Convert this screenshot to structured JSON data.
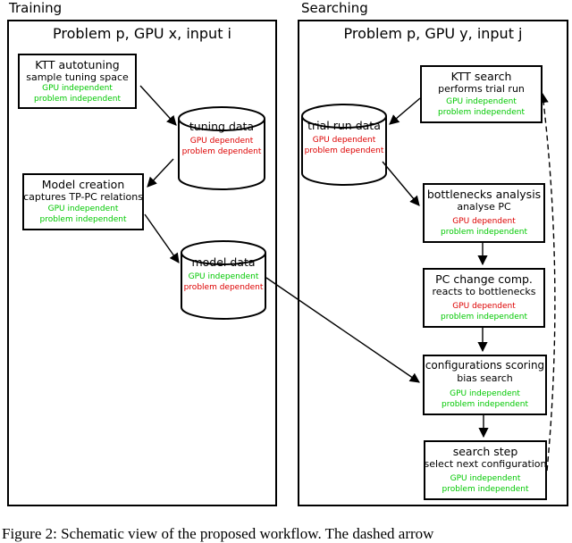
{
  "diagram": {
    "colors": {
      "independent": "#00c800",
      "dependent": "#dd0000"
    },
    "training": {
      "label": "Training",
      "header": "Problem p, GPU x, input i",
      "nodes": {
        "ktt_autotuning": {
          "title": "KTT autotuning",
          "subtitle": "sample tuning space",
          "dep1": "GPU independent",
          "dep2": "problem independent"
        },
        "tuning_data": {
          "title": "tuning data",
          "dep1": "GPU dependent",
          "dep2": "problem dependent"
        },
        "model_creation": {
          "title": "Model creation",
          "subtitle": "captures TP-PC relations",
          "dep1": "GPU independent",
          "dep2": "problem independent"
        },
        "model_data": {
          "title": "model data",
          "dep1": "GPU independent",
          "dep2": "problem dependent"
        }
      }
    },
    "searching": {
      "label": "Searching",
      "header": "Problem p, GPU y, input j",
      "nodes": {
        "ktt_search": {
          "title": "KTT search",
          "subtitle": "performs trial run",
          "dep1": "GPU independent",
          "dep2": "problem independent"
        },
        "trial_run_data": {
          "title": "trial run data",
          "dep1": "GPU dependent",
          "dep2": "problem dependent"
        },
        "bottlenecks_analysis": {
          "title": "bottlenecks analysis",
          "subtitle": "analyse PC",
          "dep1": "GPU dependent",
          "dep2": "problem independent"
        },
        "pc_change_comp": {
          "title": "PC change comp.",
          "subtitle": "reacts to bottlenecks",
          "dep1": "GPU dependent",
          "dep2": "problem independent"
        },
        "configurations_scoring": {
          "title": "configurations scoring",
          "subtitle": "bias search",
          "dep1": "GPU independent",
          "dep2": "problem independent"
        },
        "search_step": {
          "title": "search step",
          "subtitle": "select next configuration",
          "dep1": "GPU independent",
          "dep2": "problem independent"
        }
      }
    }
  },
  "caption": "Figure 2: Schematic view of the proposed workflow. The dashed arrow"
}
